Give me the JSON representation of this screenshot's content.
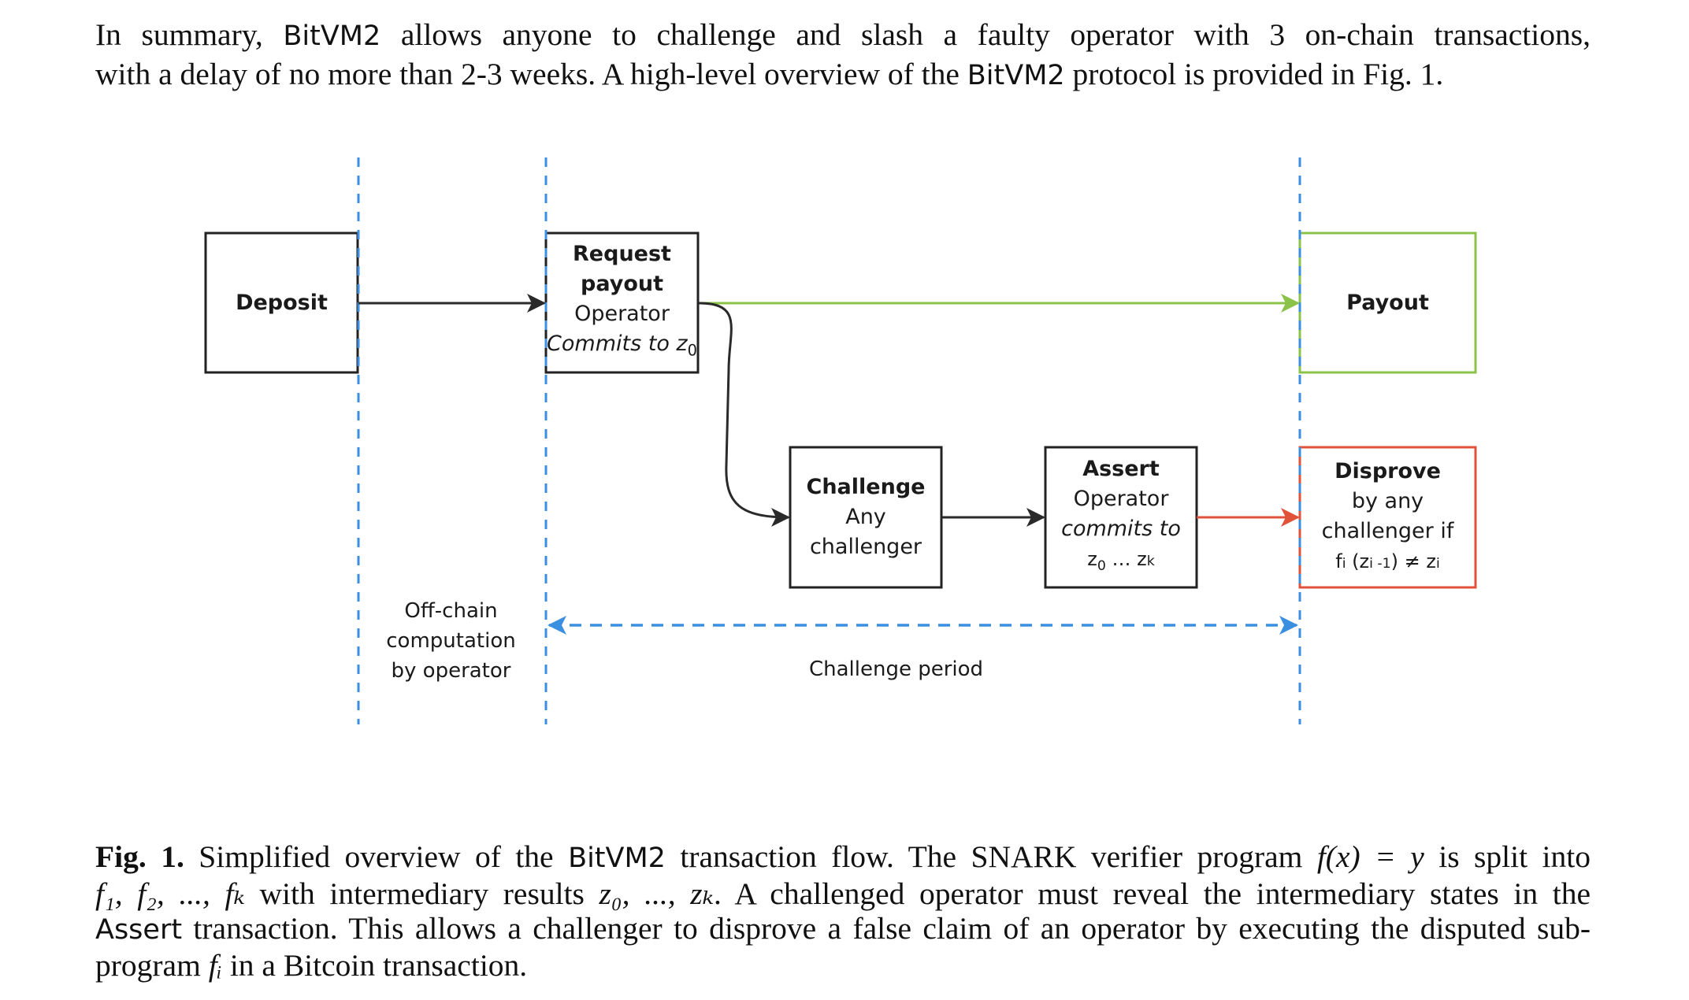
{
  "intro": {
    "line1_a": "In summary, ",
    "line1_brand": "BitVM2",
    "line1_b": " allows anyone to challenge and slash a faulty operator with 3 on-chain transactions,",
    "line2_a": "with a delay of no more than 2-3 weeks. A high-level overview of the ",
    "line2_brand": "BitVM2",
    "line2_b": " protocol is provided in Fig. 1."
  },
  "diagram": {
    "colors": {
      "box_border": "#222222",
      "payout_border": "#8bc34a",
      "disprove_border": "#e0533a",
      "phase_line": "#3b8fe0",
      "arrow_default": "#2a2a2a",
      "arrow_payout": "#8bc34a",
      "arrow_disprove": "#e0533a"
    },
    "nodes": {
      "deposit": {
        "title": "Deposit"
      },
      "request_payout": {
        "title_1": "Request",
        "title_2": "payout",
        "line1": "Operator",
        "line2": "Commits to z",
        "line2_sub": "0"
      },
      "payout": {
        "title": "Payout"
      },
      "challenge": {
        "title": "Challenge",
        "line1": "Any",
        "line2": "challenger"
      },
      "assert": {
        "title": "Assert",
        "line1": "Operator",
        "line2": "commits to",
        "line3_a": "z",
        "line3_sub0": "0",
        "line3_mid": " … z",
        "line3_subk": "k"
      },
      "disprove": {
        "title": "Disprove",
        "line1": "by any",
        "line2": "challenger if",
        "line3_f": "f",
        "line3_fi": "i",
        "line3_open": " (z",
        "line3_zi": "i -1",
        "line3_close": ")  ≠  z",
        "line3_end": "i"
      }
    },
    "phases": {
      "offchain_1": "Off-chain",
      "offchain_2": "computation",
      "offchain_3": "by operator",
      "challenge_period": "Challenge period"
    },
    "edges": [
      {
        "from": "deposit",
        "to": "request_payout",
        "style": "default"
      },
      {
        "from": "request_payout",
        "to": "payout",
        "style": "payout"
      },
      {
        "from": "request_payout",
        "to": "challenge",
        "style": "default"
      },
      {
        "from": "challenge",
        "to": "assert",
        "style": "default"
      },
      {
        "from": "assert",
        "to": "disprove",
        "style": "disprove"
      }
    ]
  },
  "caption": {
    "label": "Fig. 1.",
    "l1_a": " Simplified overview of the ",
    "l1_brand": "BitVM2",
    "l1_b": " transaction flow. The SNARK verifier program ",
    "l1_math": "f(x) = y",
    "l1_c": " is split into",
    "l2_math1": "f₁, f₂, ..., fₖ",
    "l2_a": " with intermediary results ",
    "l2_math2": "z₀, ..., zₖ",
    "l2_b": ". A challenged operator must reveal the intermediary states in the",
    "l3_brand": "Assert",
    "l3_a": " transaction. This allows a challenger to disprove a false claim of an operator by executing the disputed sub-",
    "l4_a": "program ",
    "l4_math": "fᵢ",
    "l4_b": " in a Bitcoin transaction."
  }
}
